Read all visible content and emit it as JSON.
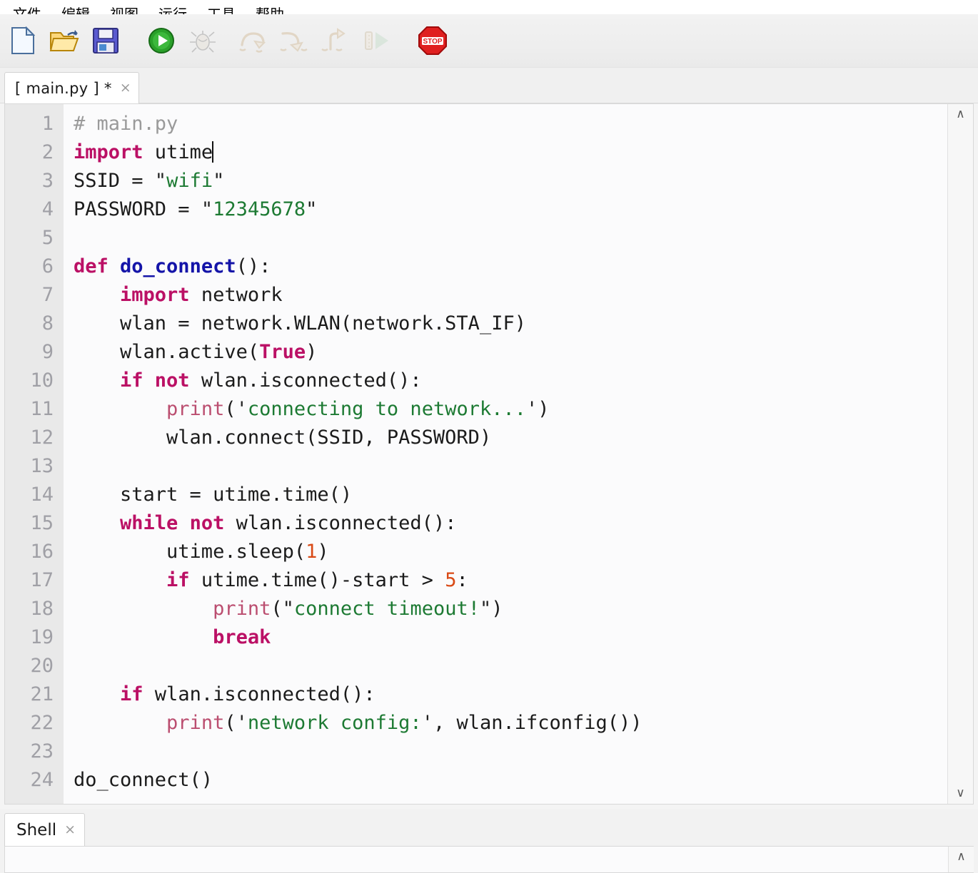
{
  "window": {
    "app": "Thonny",
    "accent_blue": "#1414a8",
    "keyword_color": "#bb1065",
    "string_color": "#1d7a33",
    "number_color": "#d94a16",
    "comment_color": "#9a9a9a",
    "builtin_color": "#bb4e70"
  },
  "menubar": {
    "items": [
      {
        "label": "文件",
        "name": "menu-file"
      },
      {
        "label": "编辑",
        "name": "menu-edit"
      },
      {
        "label": "视图",
        "name": "menu-view"
      },
      {
        "label": "运行",
        "name": "menu-run"
      },
      {
        "label": "工具",
        "name": "menu-tools"
      },
      {
        "label": "帮助",
        "name": "menu-help"
      }
    ]
  },
  "toolbar": {
    "buttons": [
      {
        "name": "new-file-icon",
        "title": "New",
        "enabled": true
      },
      {
        "name": "open-file-icon",
        "title": "Open",
        "enabled": true
      },
      {
        "name": "save-file-icon",
        "title": "Save",
        "enabled": true
      },
      {
        "name": "run-icon",
        "title": "Run",
        "enabled": true
      },
      {
        "name": "debug-icon",
        "title": "Debug",
        "enabled": false
      },
      {
        "name": "step-over-icon",
        "title": "Step over",
        "enabled": false
      },
      {
        "name": "step-into-icon",
        "title": "Step into",
        "enabled": false
      },
      {
        "name": "step-out-icon",
        "title": "Step out",
        "enabled": false
      },
      {
        "name": "resume-icon",
        "title": "Resume",
        "enabled": false
      },
      {
        "name": "stop-icon",
        "title": "Stop",
        "enabled": true
      }
    ],
    "stop_label": "STOP"
  },
  "editor": {
    "tab_label": "[ main.py ] *",
    "tab_close": "×",
    "scroll_up": "∧",
    "scroll_down": "∨",
    "line_numbers": [
      1,
      2,
      3,
      4,
      5,
      6,
      7,
      8,
      9,
      10,
      11,
      12,
      13,
      14,
      15,
      16,
      17,
      18,
      19,
      20,
      21,
      22,
      23,
      24
    ],
    "lines": [
      {
        "n": 1,
        "text": "# main.py"
      },
      {
        "n": 2,
        "text": "import utime"
      },
      {
        "n": 3,
        "text": "SSID = \"wifi\""
      },
      {
        "n": 4,
        "text": "PASSWORD = \"12345678\""
      },
      {
        "n": 5,
        "text": ""
      },
      {
        "n": 6,
        "text": "def do_connect():"
      },
      {
        "n": 7,
        "text": "    import network"
      },
      {
        "n": 8,
        "text": "    wlan = network.WLAN(network.STA_IF)"
      },
      {
        "n": 9,
        "text": "    wlan.active(True)"
      },
      {
        "n": 10,
        "text": "    if not wlan.isconnected():"
      },
      {
        "n": 11,
        "text": "        print('connecting to network...')"
      },
      {
        "n": 12,
        "text": "        wlan.connect(SSID, PASSWORD)"
      },
      {
        "n": 13,
        "text": ""
      },
      {
        "n": 14,
        "text": "    start = utime.time()"
      },
      {
        "n": 15,
        "text": "    while not wlan.isconnected():"
      },
      {
        "n": 16,
        "text": "        utime.sleep(1)"
      },
      {
        "n": 17,
        "text": "        if utime.time()-start > 5:"
      },
      {
        "n": 18,
        "text": "            print(\"connect timeout!\")"
      },
      {
        "n": 19,
        "text": "            break"
      },
      {
        "n": 20,
        "text": ""
      },
      {
        "n": 21,
        "text": "    if wlan.isconnected():"
      },
      {
        "n": 22,
        "text": "        print('network config:', wlan.ifconfig())"
      },
      {
        "n": 23,
        "text": ""
      },
      {
        "n": 24,
        "text": "do_connect()"
      }
    ],
    "caret_line": 2,
    "caret_after": "utime"
  },
  "shell": {
    "tab_label": "Shell",
    "tab_close": "×",
    "content": "",
    "scroll_up": "∧"
  }
}
